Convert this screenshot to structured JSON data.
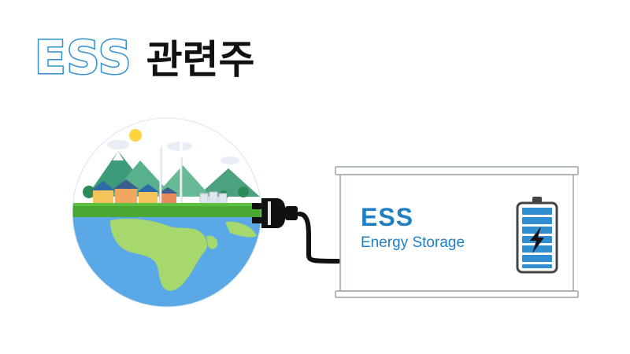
{
  "title": {
    "ess": "ESS",
    "korean": "관련주"
  },
  "ess_box": {
    "title": "ESS",
    "subtitle": "Energy Storage"
  },
  "colors": {
    "accent_blue": "#2f8fd0",
    "ocean": "#5aa9e6",
    "land": "#a7d86d",
    "grass": "#4aa832",
    "battery_blue": "#2f8fd0"
  },
  "icons": {
    "globe": "earth-globe-icon",
    "plug": "power-plug-icon",
    "battery": "battery-icon",
    "bolt": "lightning-bolt-icon"
  }
}
